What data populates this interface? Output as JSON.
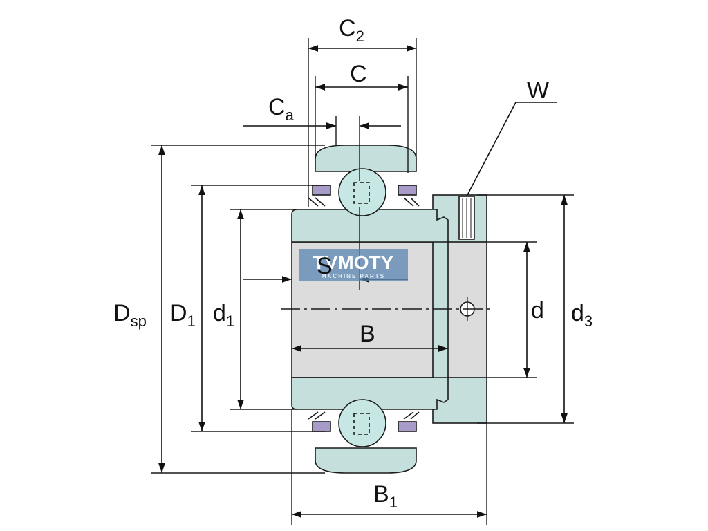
{
  "labels": {
    "c2": "C",
    "c2_sub": "2",
    "c": "C",
    "ca": "C",
    "ca_sub": "a",
    "w": "W",
    "s": "S",
    "b": "B",
    "b1": "B",
    "b1_sub": "1",
    "dsp": "D",
    "dsp_sub": "sp",
    "D1": "D",
    "D1_sub": "1",
    "d1": "d",
    "d1_sub": "1",
    "d": "d",
    "d3": "d",
    "d3_sub": "3"
  },
  "watermark": {
    "title": "TVMOTY",
    "subtitle": "MACHINE PARTS"
  },
  "colors": {
    "part_fill": "#c5e0dc",
    "bore_fill": "#dcdcdc",
    "ball_fill": "#c7e7e4",
    "seal_fill": "#a99bc8",
    "line": "#1a1a1a",
    "watermark_bg": "#5b86b3"
  }
}
